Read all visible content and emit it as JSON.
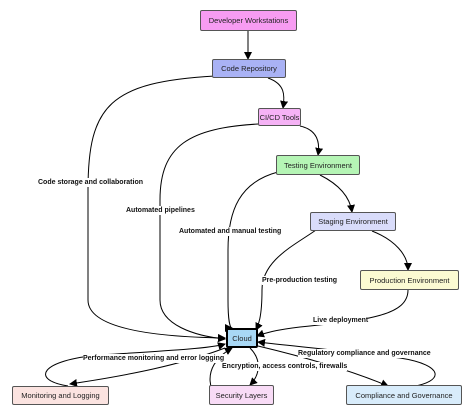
{
  "nodes": {
    "dev_workstations": {
      "label": "Developer Workstations",
      "fill": "#f79cf2"
    },
    "code_repository": {
      "label": "Code Repository",
      "fill": "#a9b2f5"
    },
    "cicd_tools": {
      "label": "CI/CD Tools",
      "fill": "#f5b2f5"
    },
    "testing_env": {
      "label": "Testing Environment",
      "fill": "#b5f5b5"
    },
    "staging_env": {
      "label": "Staging Environment",
      "fill": "#d9dcfa"
    },
    "production_env": {
      "label": "Production Environment",
      "fill": "#fbfad2"
    },
    "cloud": {
      "label": "Cloud",
      "fill": "#a8d8f5"
    },
    "monitoring": {
      "label": "Monitoring and Logging",
      "fill": "#fbe3e0"
    },
    "security": {
      "label": "Security Layers",
      "fill": "#f8dbf6"
    },
    "compliance": {
      "label": "Compliance and Governance",
      "fill": "#d8ecfb"
    }
  },
  "edge_labels": {
    "code_storage": "Code storage and collaboration",
    "automated_pipelines": "Automated pipelines",
    "automated_testing": "Automated and manual testing",
    "preproduction_testing": "Pre-production testing",
    "live_deployment": "Live deployment",
    "performance_monitoring": "Performance monitoring and error logging",
    "encryption": "Encryption, access controls, firewalls",
    "regulatory": "Regulatory compliance and governance"
  }
}
